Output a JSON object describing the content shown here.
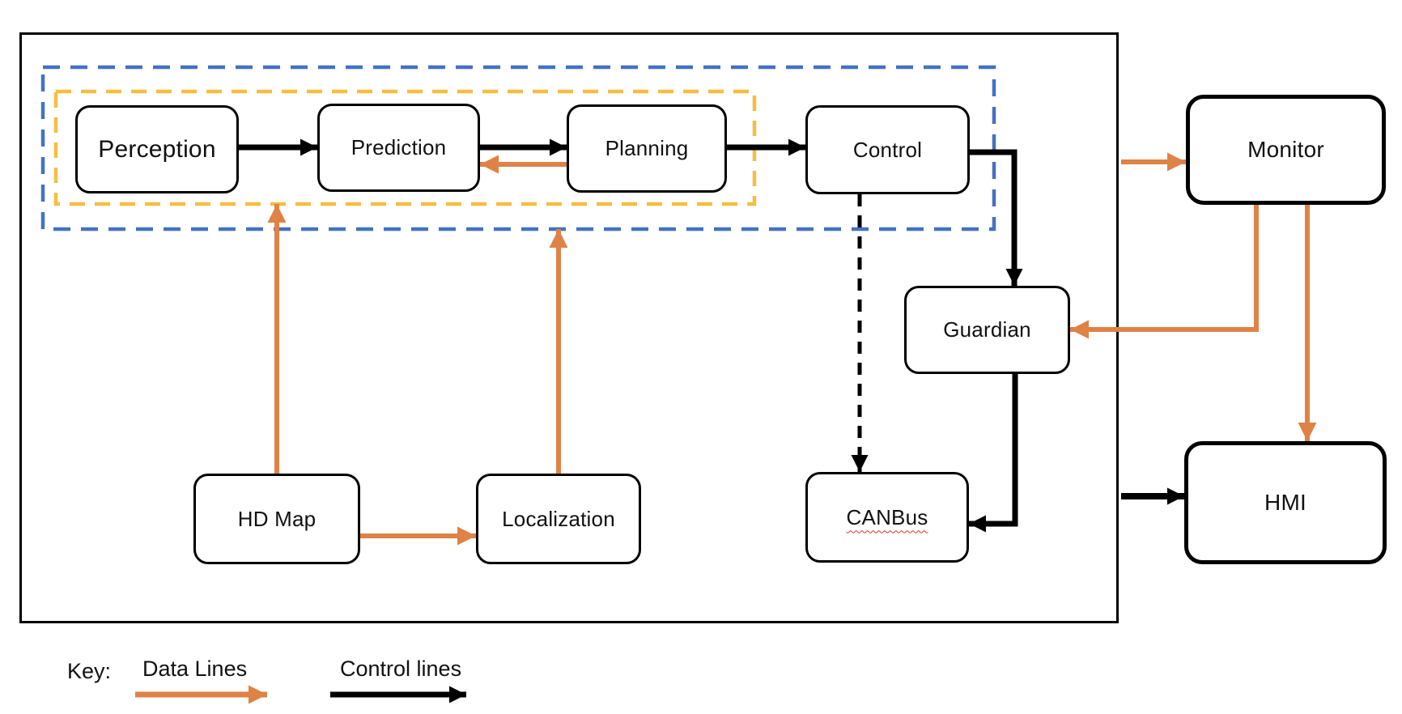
{
  "diagram": {
    "nodes": {
      "perception": {
        "label": "Perception"
      },
      "prediction": {
        "label": "Prediction"
      },
      "planning": {
        "label": "Planning"
      },
      "control": {
        "label": "Control"
      },
      "guardian": {
        "label": "Guardian"
      },
      "canbus": {
        "label": "CANBus"
      },
      "hdmap": {
        "label": "HD Map"
      },
      "localization": {
        "label": "Localization"
      },
      "monitor": {
        "label": "Monitor"
      },
      "hmi": {
        "label": "HMI"
      }
    },
    "groups": {
      "blue_dashed": {
        "color": "#4472C4"
      },
      "yellow_dashed": {
        "color": "#F5BE41"
      }
    },
    "edges": [
      {
        "from": "Perception",
        "to": "Prediction",
        "type": "control"
      },
      {
        "from": "Prediction",
        "to": "Planning",
        "type": "control"
      },
      {
        "from": "Planning",
        "to": "Prediction",
        "type": "data"
      },
      {
        "from": "Planning",
        "to": "Control",
        "type": "control"
      },
      {
        "from": "Control",
        "to": "Guardian",
        "type": "control"
      },
      {
        "from": "Control",
        "to": "CANBus",
        "type": "control-dashed"
      },
      {
        "from": "Guardian",
        "to": "CANBus",
        "type": "control"
      },
      {
        "from": "HD Map",
        "to": "pipeline group (yellow dashed)",
        "type": "data"
      },
      {
        "from": "Localization",
        "to": "autonomy group (blue dashed)",
        "type": "data"
      },
      {
        "from": "HD Map",
        "to": "Localization",
        "type": "data"
      },
      {
        "from": "system box",
        "to": "Monitor",
        "type": "data"
      },
      {
        "from": "Monitor",
        "to": "Guardian",
        "type": "data"
      },
      {
        "from": "Monitor",
        "to": "HMI",
        "type": "data"
      },
      {
        "from": "system box",
        "to": "HMI",
        "type": "control"
      }
    ],
    "legend": {
      "key_label": "Key:",
      "data_lines_label": "Data Lines",
      "control_lines_label": "Control lines",
      "data_line_color": "#DF8246",
      "control_line_color": "#000000"
    }
  }
}
